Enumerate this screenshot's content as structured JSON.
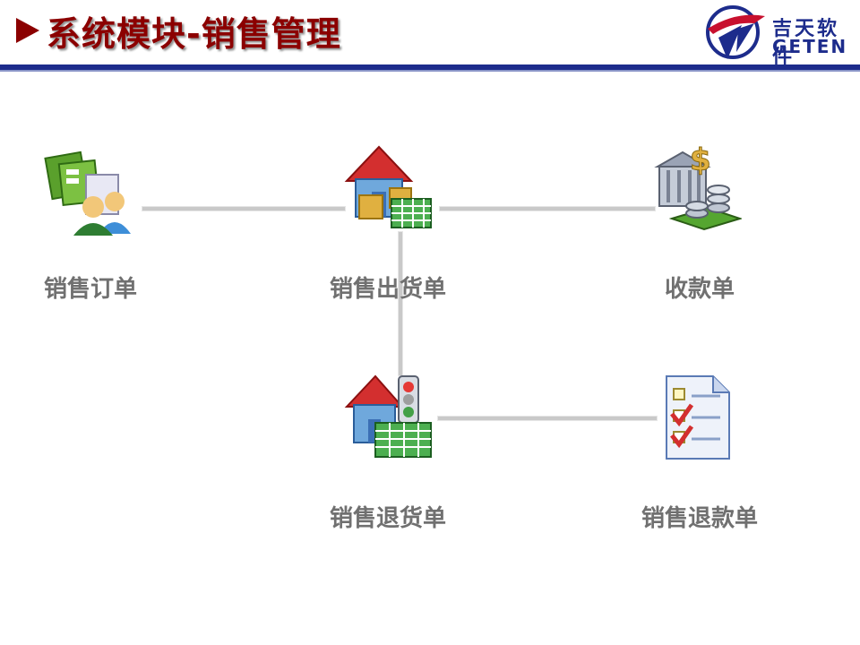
{
  "header": {
    "title": "系统模块-销售管理",
    "logo_name": "吉天软件",
    "logo_brand": "GETEN"
  },
  "colors": {
    "title": "#8b0000",
    "header_bar": "#1d2c8c",
    "label": "#707070",
    "connector": "#c9c9c9"
  },
  "nodes": [
    {
      "id": "sales-order",
      "label": "销售订单",
      "icon": "order-documents-people-icon"
    },
    {
      "id": "sales-delivery",
      "label": "销售出货单",
      "icon": "house-gold-sheet-icon"
    },
    {
      "id": "receipt",
      "label": "收款单",
      "icon": "bank-coins-icon"
    },
    {
      "id": "sales-return",
      "label": "销售退货单",
      "icon": "house-traffic-light-sheet-icon"
    },
    {
      "id": "sales-refund",
      "label": "销售退款单",
      "icon": "checklist-document-icon"
    }
  ]
}
